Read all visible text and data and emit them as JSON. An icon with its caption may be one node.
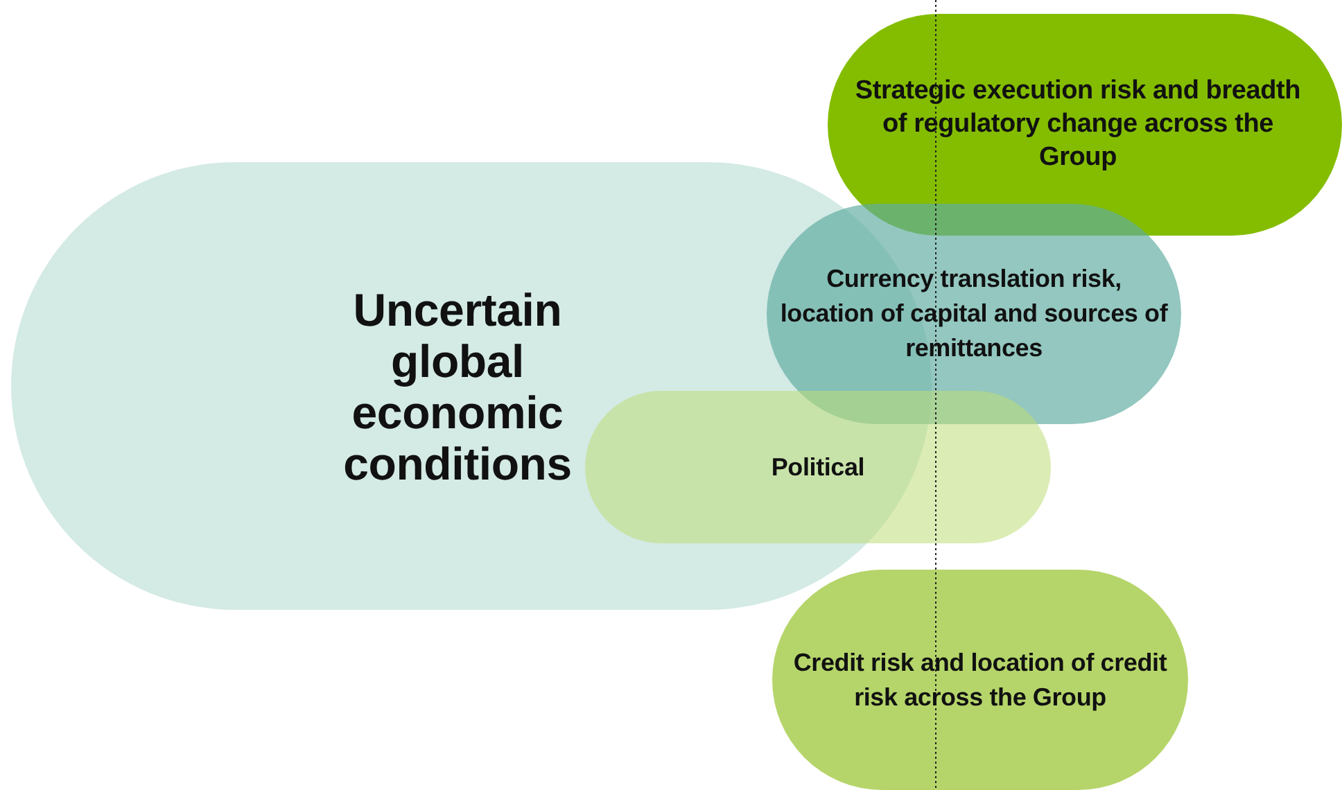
{
  "diagram": {
    "nodes": [
      {
        "text": [
          "Uncertain global economic conditions"
        ]
      },
      {
        "text": [
          "Strategic execution risk and breadth of regulatory change across the Group"
        ]
      },
      {
        "text": [
          "Currency translation risk, location of capital and sources of remittances"
        ]
      },
      {
        "text": [
          "Political"
        ]
      },
      {
        "text": [
          "Credit risk and location of credit risk across the Group"
        ]
      }
    ]
  }
}
